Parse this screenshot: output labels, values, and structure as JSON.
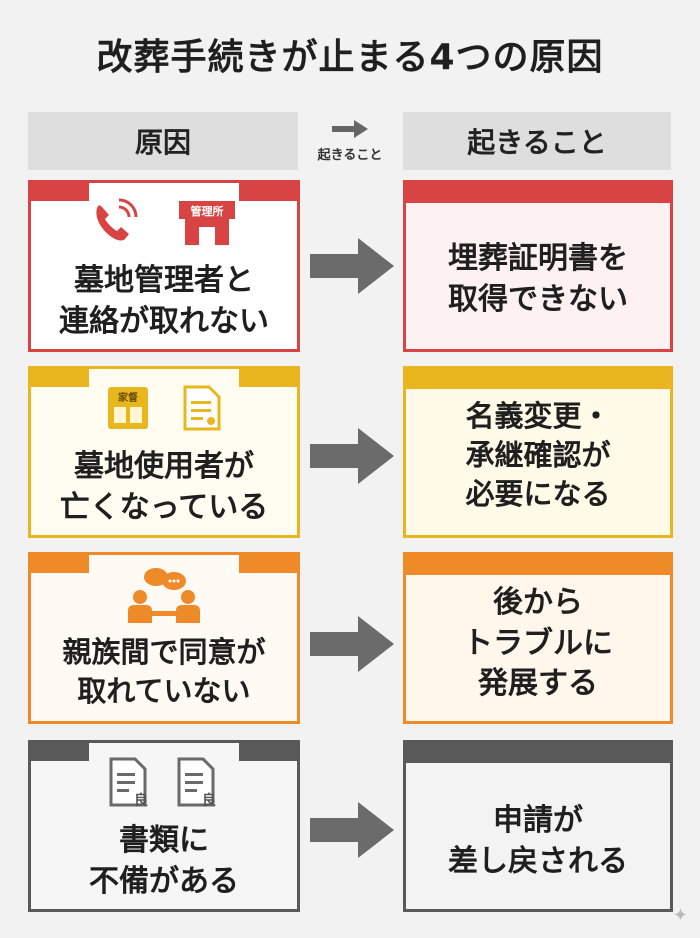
{
  "title": "改葬手続きが止まる4つの原因",
  "header": {
    "cause": "原因",
    "middle": "起きること",
    "effect": "起きること"
  },
  "rows": [
    {
      "color": "#d84444",
      "cause_lines": [
        "墓地管理者と",
        "連絡が取れない"
      ],
      "icon_label": "管理所",
      "effect_lines": [
        "埋葬証明書を",
        "取得できない"
      ]
    },
    {
      "color": "#e9b620",
      "cause_lines": [
        "墓地使用者が",
        "亡くなっている"
      ],
      "icon_label": "家督",
      "effect_lines": [
        "名義変更・",
        "承継確認が",
        "必要になる"
      ]
    },
    {
      "color": "#ee8a28",
      "cause_lines": [
        "親族間で同意が",
        "取れていない"
      ],
      "icon_label": "",
      "effect_lines": [
        "後から",
        "トラブルに",
        "発展する"
      ]
    },
    {
      "color": "#595959",
      "cause_lines": [
        "書類に",
        "不備がある"
      ],
      "icon_label": "良",
      "effect_lines": [
        "申請が",
        "差し戻される"
      ]
    }
  ]
}
